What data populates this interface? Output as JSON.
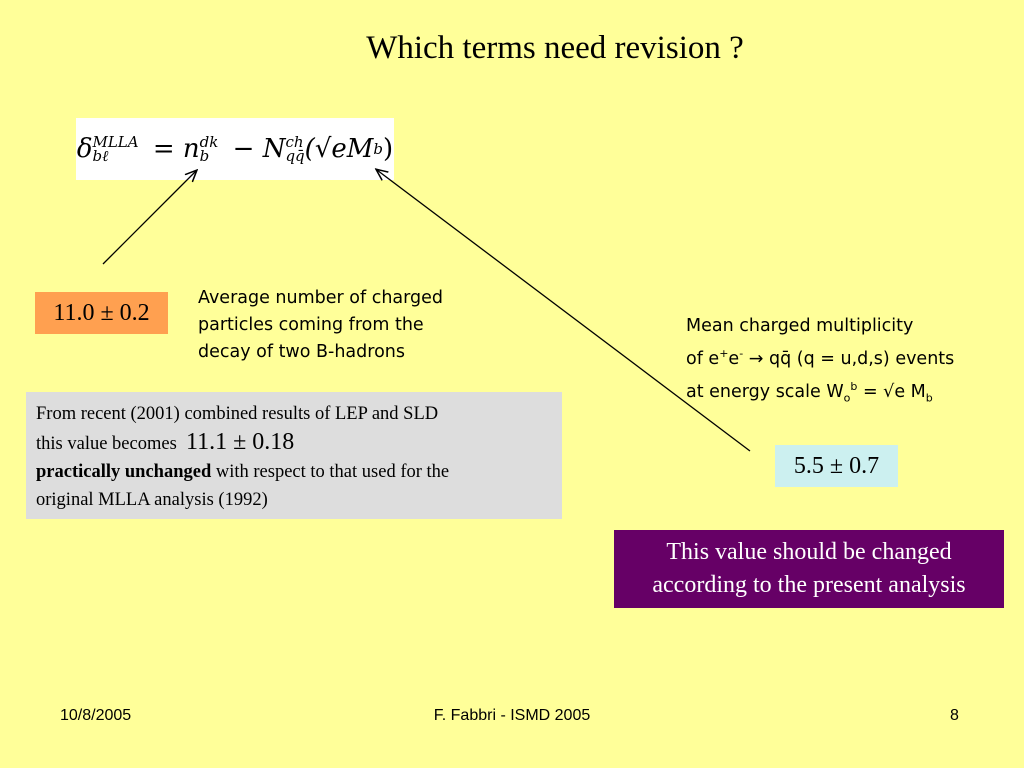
{
  "slide": {
    "title": "Which terms need revision ?",
    "formula": {
      "delta": "δ",
      "delta_sub": "bℓ",
      "delta_sup": "MLLA",
      "n": "n",
      "n_sub": "b",
      "n_sup": "dk",
      "N": "N",
      "N_sub": "qq̄",
      "N_sup": "ch",
      "arg": "(√eM",
      "arg_sub": "b",
      "arg_close": ")"
    },
    "value_left": "11.0 ± 0.2",
    "desc_left": [
      "Average number of charged",
      "particles coming from the",
      "decay of two B-hadrons"
    ],
    "desc_right": {
      "line1": "Mean charged multiplicity",
      "line2_a": "of e",
      "line2_sup1": "+",
      "line2_b": "e",
      "line2_sup2": "-",
      "line2_c": " → qq̄  (q = u,d,s) events",
      "line3_a": "at energy scale W",
      "line3_sub": "o",
      "line3_sup": "b",
      "line3_b": " = √e M",
      "line3_sub2": "b"
    },
    "gray_box": {
      "line1": "From recent (2001) combined results of LEP and SLD",
      "line2_a": "this value becomes",
      "line2_value": "11.1 ± 0.18",
      "line3_bold": "practically unchanged",
      "line3_rest": " with respect to that used for the",
      "line4": "original MLLA analysis (1992)"
    },
    "value_right": "5.5 ± 0.7",
    "purple_box": [
      "This value should be changed",
      "according to the present analysis"
    ]
  },
  "footer": {
    "date": "10/8/2005",
    "author": "F. Fabbri - ISMD 2005",
    "page": "8"
  },
  "colors": {
    "background": "#FFFF99",
    "value_left_bg": "#FFA050",
    "value_right_bg": "#CCF0F0",
    "gray_box_bg": "#DDDDDD",
    "purple_box_bg": "#660066"
  }
}
